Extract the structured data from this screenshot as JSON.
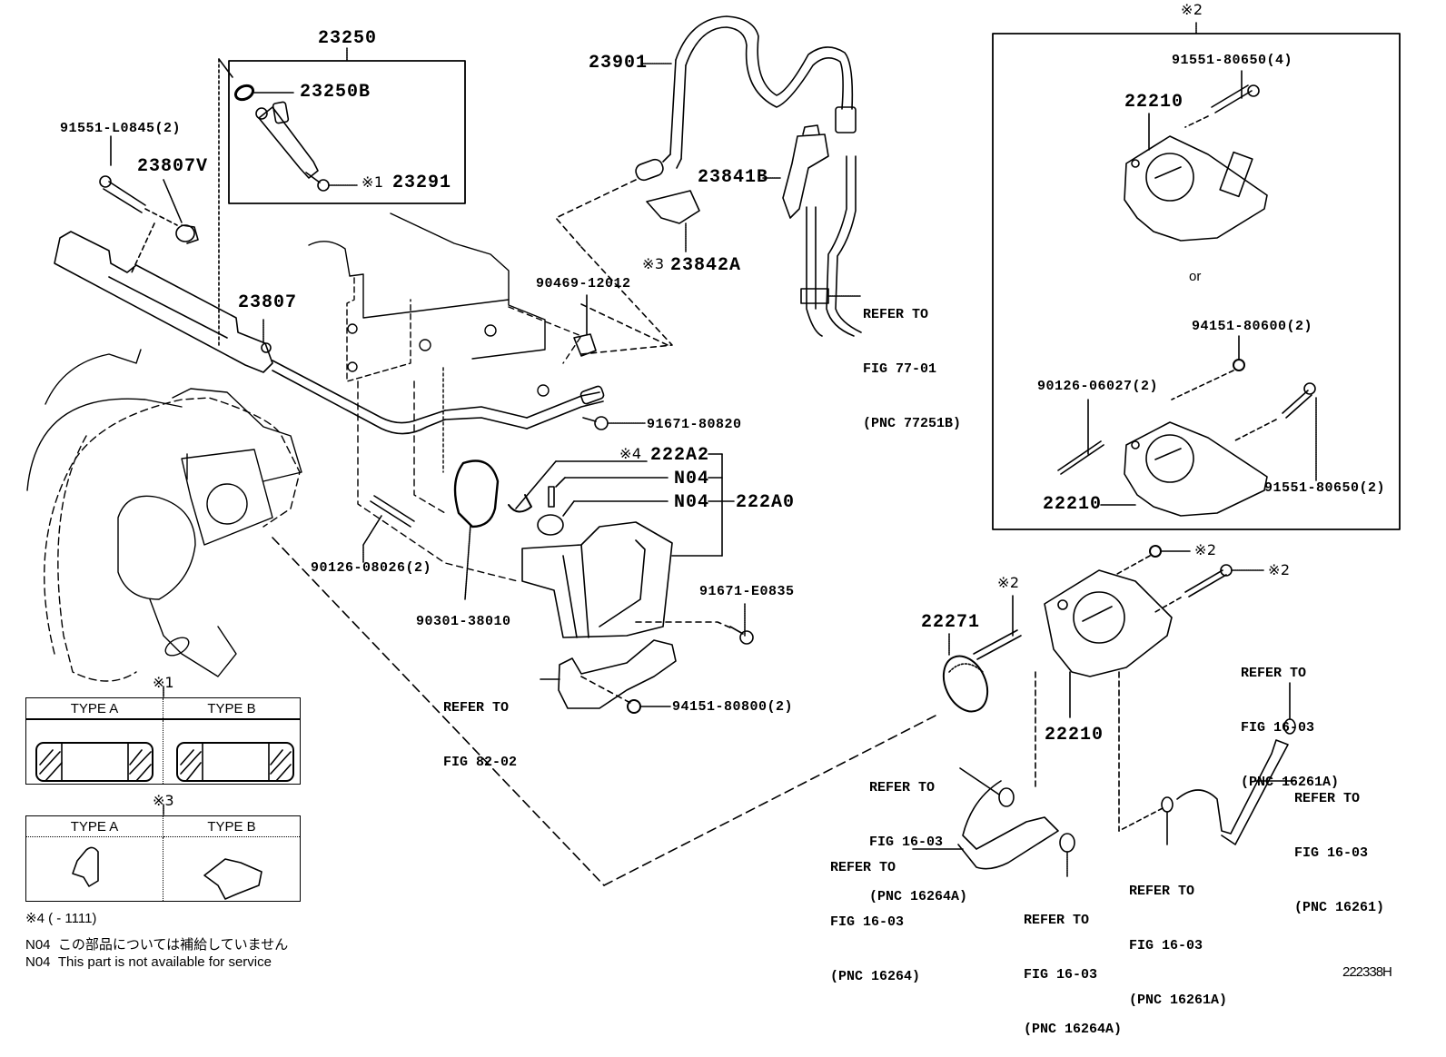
{
  "figure_id": "222338H",
  "callouts": {
    "c23250": "23250",
    "c23250B": "23250B",
    "c23291_mark": "※1",
    "c23291": "23291",
    "c91551_L0845": "91551-L0845(2)",
    "c23807V": "23807V",
    "c23807": "23807",
    "c23901": "23901",
    "c23841B": "23841B",
    "c23842A_mark": "※3",
    "c23842A": "23842A",
    "c90469_12012": "90469-12012",
    "c91671_80820": "91671-80820",
    "c222A2_mark": "※4",
    "c222A2": "222A2",
    "cN04_a": "N04",
    "cN04_b": "N04",
    "c222A0": "222A0",
    "c90126_08026": "90126-08026(2)",
    "c90301_38010": "90301-38010",
    "c91671_E0835": "91671-E0835",
    "c94151_80800": "94151-80800(2)",
    "c22271": "22271",
    "c22271_stud_mark": "※2",
    "c22210_main": "22210",
    "c_nut_mark": "※2",
    "c_bolt_mark": "※2"
  },
  "refer_notes": {
    "fig77": [
      "REFER TO",
      "FIG 77-01",
      "(PNC 77251B)"
    ],
    "fig82": [
      "REFER TO",
      "FIG 82-02"
    ],
    "fig16_16261A_top": [
      "REFER TO",
      "FIG 16-03",
      "(PNC 16261A)"
    ],
    "fig16_16261": [
      "REFER TO",
      "FIG 16-03",
      "(PNC 16261)"
    ],
    "fig16_16264A_top": [
      "REFER TO",
      "FIG 16-03",
      "(PNC 16264A)"
    ],
    "fig16_16264": [
      "REFER TO",
      "FIG 16-03",
      "(PNC 16264)"
    ],
    "fig16_16264A_bottom": [
      "REFER TO",
      "FIG 16-03",
      "(PNC 16264A)"
    ],
    "fig16_16261A_bottom": [
      "REFER TO",
      "FIG 16-03",
      "(PNC 16261A)"
    ]
  },
  "inset_box": {
    "mark": "※2",
    "top_bolt": "91551-80650(4)",
    "top_body": "22210",
    "or_text": "or",
    "nut": "94151-80600(2)",
    "stud": "90126-06027(2)",
    "bottom_bolt": "91551-80650(2)",
    "bottom_body": "22210"
  },
  "legend": {
    "table1": {
      "mark": "※1",
      "col_a": "TYPE A",
      "col_b": "TYPE B"
    },
    "table3": {
      "mark": "※3",
      "col_a": "TYPE A",
      "col_b": "TYPE B"
    },
    "note4": "※4 (       - 1111)",
    "n04_jp_code": "N04",
    "n04_jp_text": "この部品については補給していません",
    "n04_en_code": "N04",
    "n04_en_text": "This part is not available for service"
  }
}
